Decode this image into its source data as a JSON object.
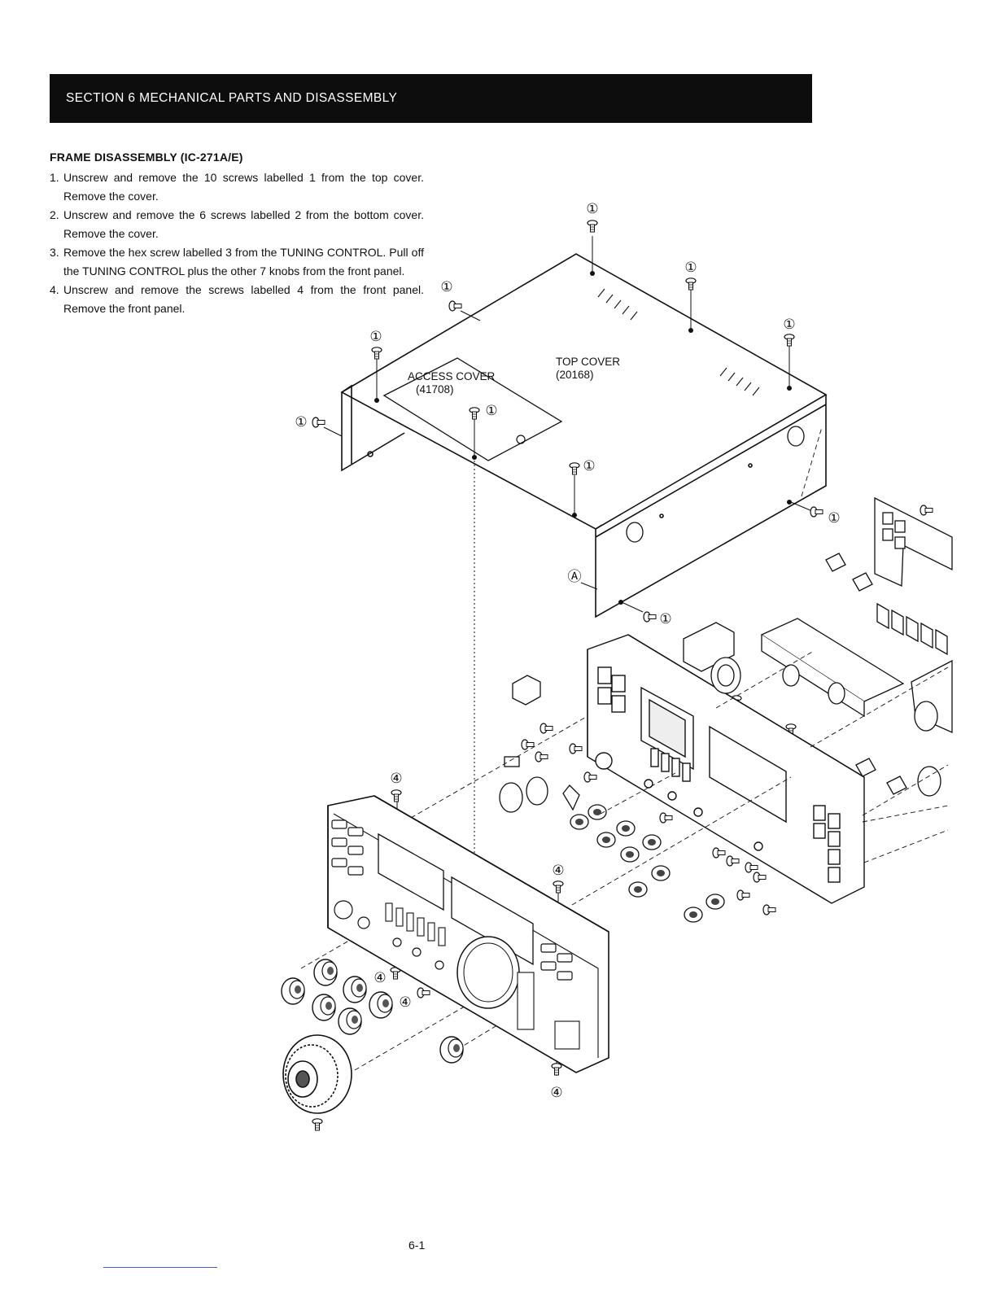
{
  "header": {
    "section_title": "SECTION 6 MECHANICAL PARTS AND DISASSEMBLY"
  },
  "content": {
    "subtitle": "FRAME DISASSEMBLY (IC-271A/E)",
    "steps": [
      {
        "num": "1.",
        "text": "Unscrew and remove the 10 screws labelled 1 from the top cover. Remove the cover."
      },
      {
        "num": "2.",
        "text": "Unscrew and remove the 6 screws labelled 2 from the bottom cover. Remove the cover."
      },
      {
        "num": "3.",
        "text": "Remove the hex screw labelled 3 from the TUNING CONTROL. Pull off the TUNING CONTROL plus the other 7 knobs from the front panel."
      },
      {
        "num": "4.",
        "text": "Unscrew and remove the screws labelled 4 from the front panel. Remove the front panel."
      }
    ]
  },
  "diagram": {
    "top_cover_label": "TOP COVER",
    "top_cover_part": "(20168)",
    "access_cover_label": "ACCESS COVER",
    "access_cover_part": "(41708)",
    "marker_1": "①",
    "marker_4": "④",
    "marker_a": "Ⓐ"
  },
  "footer": {
    "page_number": "6-1"
  }
}
